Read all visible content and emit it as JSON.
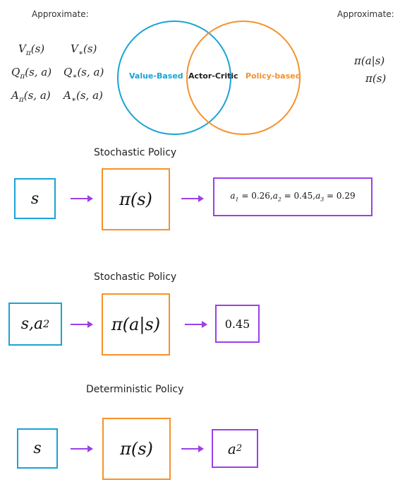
{
  "approx_left": "Approximate:",
  "approx_right": "Approximate:",
  "value_functions": {
    "v_pi": {
      "base": "V",
      "sub": "π",
      "arg": "(s)"
    },
    "v_star": {
      "base": "V",
      "sub": "∗",
      "arg": "(s)"
    },
    "q_pi": {
      "base": "Q",
      "sub": "π",
      "arg": "(s, a)"
    },
    "q_star": {
      "base": "Q",
      "sub": "∗",
      "arg": "(s, a)"
    },
    "a_pi": {
      "base": "A",
      "sub": "π",
      "arg": "(s, a)"
    },
    "a_star": {
      "base": "A",
      "sub": "∗",
      "arg": "(s, a)"
    }
  },
  "policy_functions": {
    "pi_a_given_s": "π(a|s)",
    "pi_s": "π(s)"
  },
  "venn": {
    "left_label": "Value-Based",
    "center_label": "Actor-Critic",
    "right_label": "Policy-based",
    "left_color": "#1aa3d6",
    "right_color": "#f4922b"
  },
  "diagram1": {
    "title": "Stochastic Policy",
    "input": "s",
    "policy": "π(s)",
    "output": [
      {
        "a": "a",
        "sub": "1",
        "val": " = 0.26, "
      },
      {
        "a": "a",
        "sub": "2",
        "val": " = 0.45, "
      },
      {
        "a": "a",
        "sub": "3",
        "val": " = 0.29"
      }
    ]
  },
  "diagram2": {
    "title": "Stochastic Policy",
    "input_s": "s, ",
    "input_a": "a",
    "input_sub": "2",
    "policy": "π(a|s)",
    "output": "0.45"
  },
  "diagram3": {
    "title": "Deterministic Policy",
    "input": "s",
    "policy": "π(s)",
    "output_a": "a",
    "output_sub": "2"
  },
  "colors": {
    "input": "#1aa3d6",
    "policy": "#f4922b",
    "output": "#9b40e6",
    "arrow": "#9b40e6"
  }
}
